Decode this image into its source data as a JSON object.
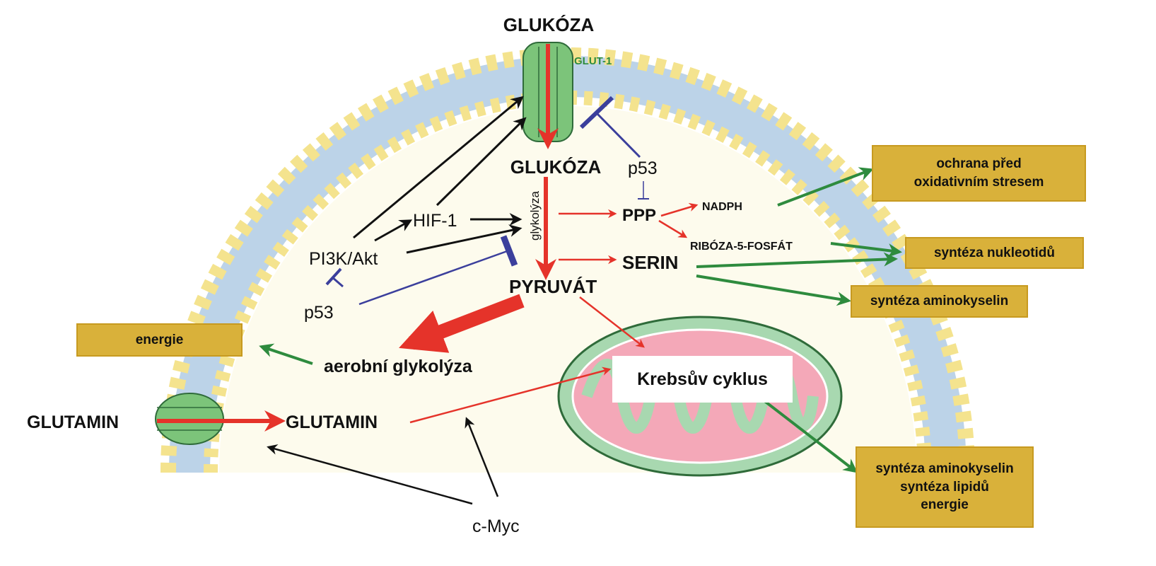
{
  "labels": {
    "glucose_outside": "GLUKÓZA",
    "glut1": "GLUT-1",
    "glucose_inside": "GLUKÓZA",
    "glycolysis_vertical": "glykolýza",
    "hif1": "HIF-1",
    "pi3k_akt": "PI3K/Akt",
    "p53_left": "p53",
    "p53_top": "p53",
    "ppp": "PPP",
    "nadph": "NADPH",
    "ribose": "RIBÓZA-5-FOSFÁT",
    "serin": "SERIN",
    "pyruvate": "PYRUVÁT",
    "aerobic_glycolysis": "aerobní glykolýza",
    "krebs_cycle": "Krebsův cyklus",
    "glutamine_outside": "GLUTAMIN",
    "glutamine_inside": "GLUTAMIN",
    "cmyc": "c-Myc"
  },
  "boxes": {
    "oxidative_line1": "ochrana před",
    "oxidative_line2": "oxidativním stresem",
    "nucleotides": "syntéza nukleotidů",
    "amino_acids": "syntéza aminokyselin",
    "energy_left": "energie",
    "multi_line1": "syntéza aminokyselin",
    "multi_line2": "syntéza lipidů",
    "multi_line3": "energie"
  },
  "colors": {
    "red": "#e5332a",
    "green": "#2e8b3e",
    "blue": "#3b3f9c",
    "black": "#111111",
    "box_fill": "#d9b13a",
    "cell_fill": "#fdfbed",
    "membrane_blue": "#bcd3e8",
    "lipid_head": "#f4e38e",
    "channel_green": "#7cc47a",
    "mito_fill": "#a8d8b0",
    "mito_pink": "#f4a8b8"
  }
}
